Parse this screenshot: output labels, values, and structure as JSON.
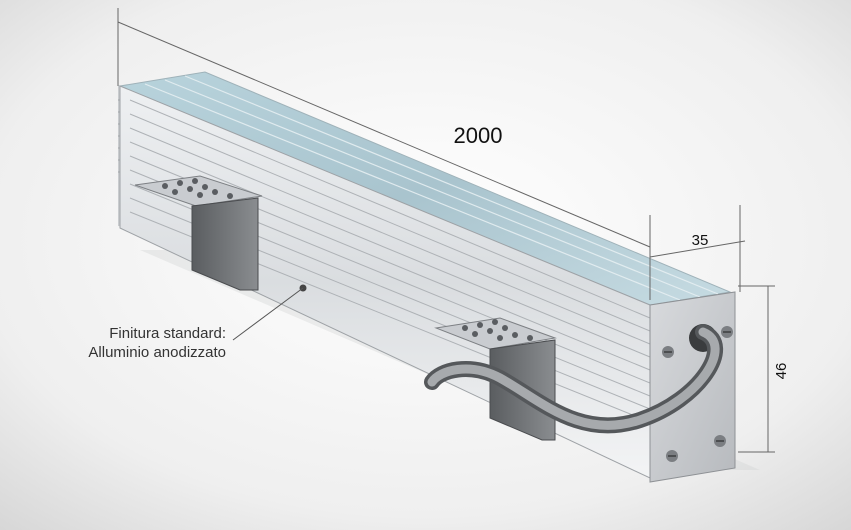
{
  "dimensions": {
    "length": "2000",
    "width": "35",
    "height": "46"
  },
  "annotation": {
    "line1": "Finitura standard:",
    "line2": "Alluminio anodizzato"
  }
}
